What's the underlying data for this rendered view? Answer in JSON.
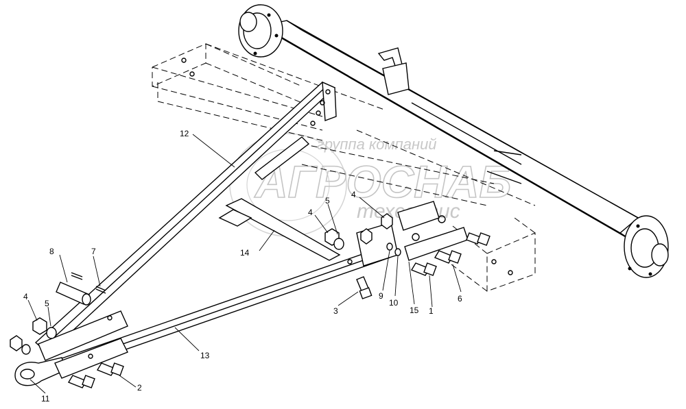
{
  "watermark": {
    "line1": "группа компаний",
    "line2": "АГРОСНАБ",
    "line3": "техсервис"
  },
  "callouts": {
    "c1": "1",
    "c2": "2",
    "c3": "3",
    "c4a": "4",
    "c4b": "4",
    "c4c": "4",
    "c5a": "5",
    "c5b": "5",
    "c6": "6",
    "c7": "7",
    "c8": "8",
    "c9": "9",
    "c10": "10",
    "c11": "11",
    "c12": "12",
    "c13": "13",
    "c14": "14",
    "c15": "15"
  }
}
